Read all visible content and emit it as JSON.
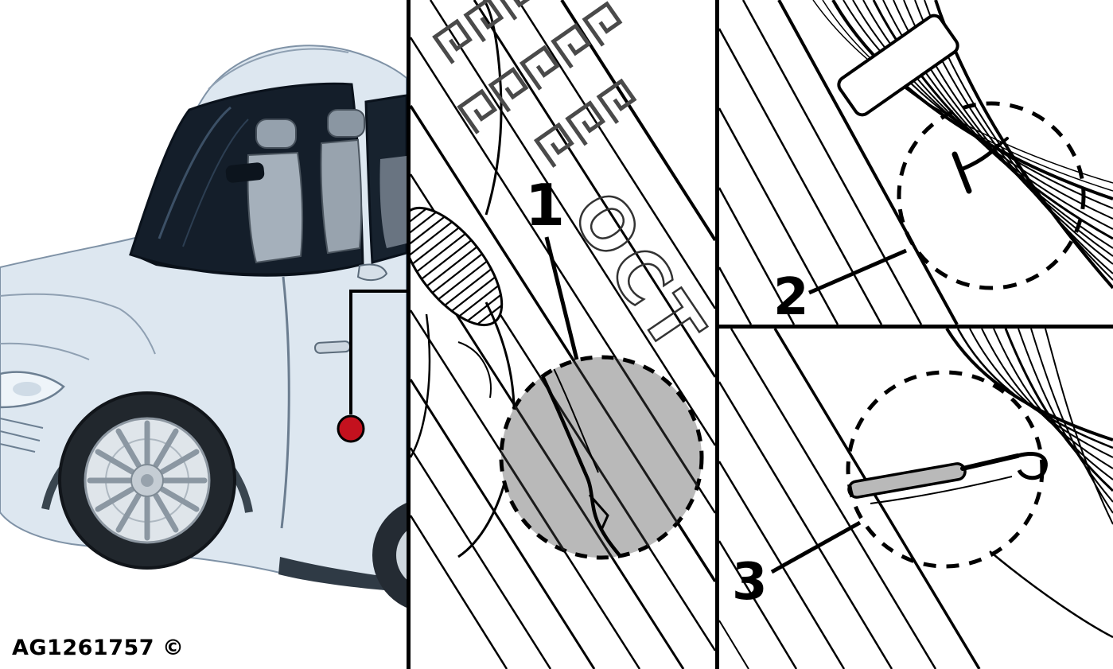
{
  "figure": {
    "footer_code": "AG1261757 ©",
    "overview_panel": {
      "marker_icon": "location-dot"
    },
    "detail_panels": [
      {
        "label": "1",
        "part_text": "OCT"
      },
      {
        "label": "2"
      },
      {
        "label": "3"
      }
    ],
    "colors": {
      "marker_red": "#c4111e",
      "highlight_gray": "#b9b9b9",
      "ink": "#000000",
      "car_body": "#dde7f0",
      "glass_dark": "#141e2a"
    }
  }
}
